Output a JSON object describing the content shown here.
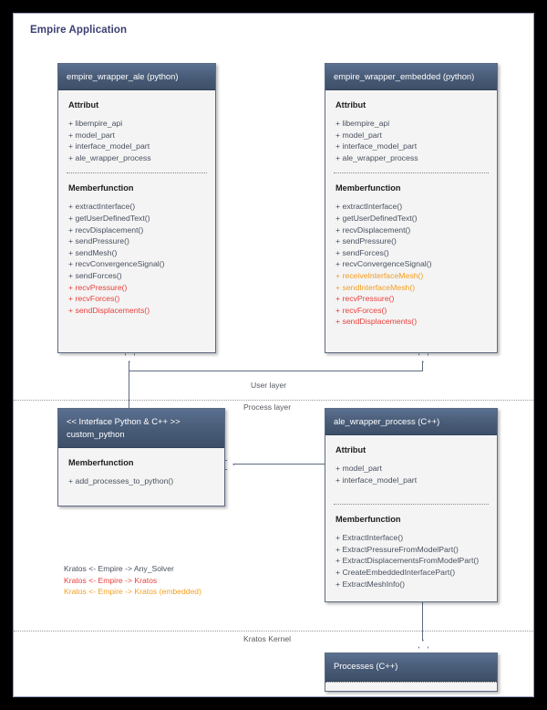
{
  "diagram": {
    "title": "Empire Application"
  },
  "layers": [
    {
      "name": "user-layer",
      "label": "User layer"
    },
    {
      "name": "process-layer",
      "label": "Process layer"
    },
    {
      "name": "kratos-kernel",
      "label": "Kratos Kernel"
    }
  ],
  "classes": {
    "empire_wrapper_ale": {
      "header": "empire_wrapper_ale (python)",
      "stereotype": "",
      "sections": [
        {
          "title": "Attribut",
          "members": [
            {
              "text": "+ libempire_api",
              "color": "default"
            },
            {
              "text": "+ model_part",
              "color": "default"
            },
            {
              "text": "+ interface_model_part",
              "color": "default"
            },
            {
              "text": "+ ale_wrapper_process",
              "color": "default"
            }
          ]
        },
        {
          "title": "Memberfunction",
          "members": [
            {
              "text": "+ extractInterface()",
              "color": "default"
            },
            {
              "text": "+ getUserDefinedText()",
              "color": "default"
            },
            {
              "text": "+ recvDisplacement()",
              "color": "default"
            },
            {
              "text": "+ sendPressure()",
              "color": "default"
            },
            {
              "text": "+ sendMesh()",
              "color": "default"
            },
            {
              "text": "+ recvConvergenceSignal()",
              "color": "default"
            },
            {
              "text": "+ sendForces()",
              "color": "default"
            },
            {
              "text": "+ recvPressure()",
              "color": "red"
            },
            {
              "text": "+ recvForces()",
              "color": "red"
            },
            {
              "text": "+ sendDisplacements()",
              "color": "red"
            }
          ]
        }
      ]
    },
    "empire_wrapper_embedded": {
      "header": "empire_wrapper_embedded (python)",
      "stereotype": "",
      "sections": [
        {
          "title": "Attribut",
          "members": [
            {
              "text": "+ libempire_api",
              "color": "default"
            },
            {
              "text": "+ model_part",
              "color": "default"
            },
            {
              "text": "+ interface_model_part",
              "color": "default"
            },
            {
              "text": "+ ale_wrapper_process",
              "color": "default"
            }
          ]
        },
        {
          "title": "Memberfunction",
          "members": [
            {
              "text": "+ extractInterface()",
              "color": "default"
            },
            {
              "text": "+ getUserDefinedText()",
              "color": "default"
            },
            {
              "text": "+ recvDisplacement()",
              "color": "default"
            },
            {
              "text": "+ sendPressure()",
              "color": "default"
            },
            {
              "text": "+ sendForces()",
              "color": "default"
            },
            {
              "text": "+ recvConvergenceSignal()",
              "color": "default"
            },
            {
              "text": "+ receiveInterfaceMesh()",
              "color": "orange"
            },
            {
              "text": "+ sendInterfaceMesh()",
              "color": "orange"
            },
            {
              "text": "+ recvPressure()",
              "color": "red"
            },
            {
              "text": "+ recvForces()",
              "color": "red"
            },
            {
              "text": "+ sendDisplacements()",
              "color": "red"
            }
          ]
        }
      ]
    },
    "custom_python": {
      "header": "custom_python",
      "stereotype": "<< Interface Python & C++ >>",
      "sections": [
        {
          "title": "Memberfunction",
          "members": [
            {
              "text": "+ add_processes_to_python()",
              "color": "default"
            }
          ]
        }
      ]
    },
    "ale_wrapper_process": {
      "header": "ale_wrapper_process (C++)",
      "stereotype": "",
      "sections": [
        {
          "title": "Attribut",
          "members": [
            {
              "text": "+ model_part",
              "color": "default"
            },
            {
              "text": "+ interface_model_part",
              "color": "default"
            }
          ]
        },
        {
          "title": "Memberfunction",
          "members": [
            {
              "text": "+ ExtractInterface()",
              "color": "default"
            },
            {
              "text": "+ ExtractPressureFromModelPart()",
              "color": "default"
            },
            {
              "text": "+ ExtractDisplacementsFromModelPart()",
              "color": "default"
            },
            {
              "text": "+ CreateEmbeddedInterfacePart()",
              "color": "default"
            },
            {
              "text": "+ ExtractMeshInfo()",
              "color": "default"
            }
          ]
        }
      ]
    },
    "processes": {
      "header": "Processes (C++)",
      "stereotype": "",
      "sections": []
    }
  },
  "legend": {
    "entries": [
      {
        "text": "Kratos <- Empire -> Any_Solver",
        "color": "default"
      },
      {
        "text": "Kratos <- Empire -> Kratos",
        "color": "red"
      },
      {
        "text": "Kratos <- Empire -> Kratos (embedded)",
        "color": "orange"
      }
    ]
  },
  "colors": {
    "header_gradient_top": "#5b7191",
    "header_gradient_bottom": "#3d4f68",
    "body_background": "#f4f4f4",
    "border": "#5d6b82",
    "title_text": "#3b3f72",
    "member_default": "#4a5160",
    "member_red": "#e8413c",
    "member_orange": "#f59e22",
    "canvas_background": "#ffffff",
    "page_background": "#000000"
  }
}
